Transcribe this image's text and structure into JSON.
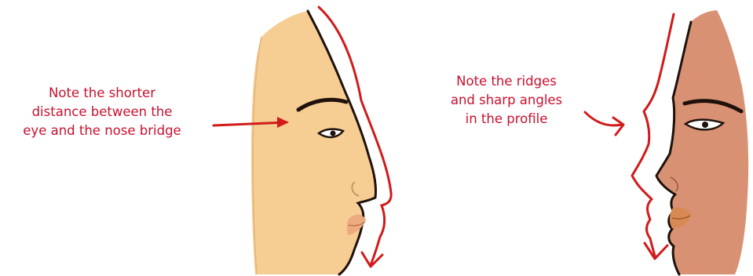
{
  "colors": {
    "annotation": "#c8102e",
    "arrow": "#d11a1a",
    "outline": "#1f120c",
    "skin_light": "#f6cd92",
    "skin_dark": "#d99174",
    "lip_light": "#ecab7e",
    "lip_dark": "#d88a55",
    "background": "#ffffff"
  },
  "notes": {
    "left": [
      "Note the shorter",
      "distance between the",
      "eye and the nose bridge"
    ],
    "right": [
      "Note the ridges",
      "and sharp angles",
      "in the profile"
    ]
  },
  "icons": {
    "left_pointer": "arrow-right-icon",
    "right_pointer": "curved-arrow-icon",
    "profile_trace": "zigzag-arrow-icon"
  }
}
